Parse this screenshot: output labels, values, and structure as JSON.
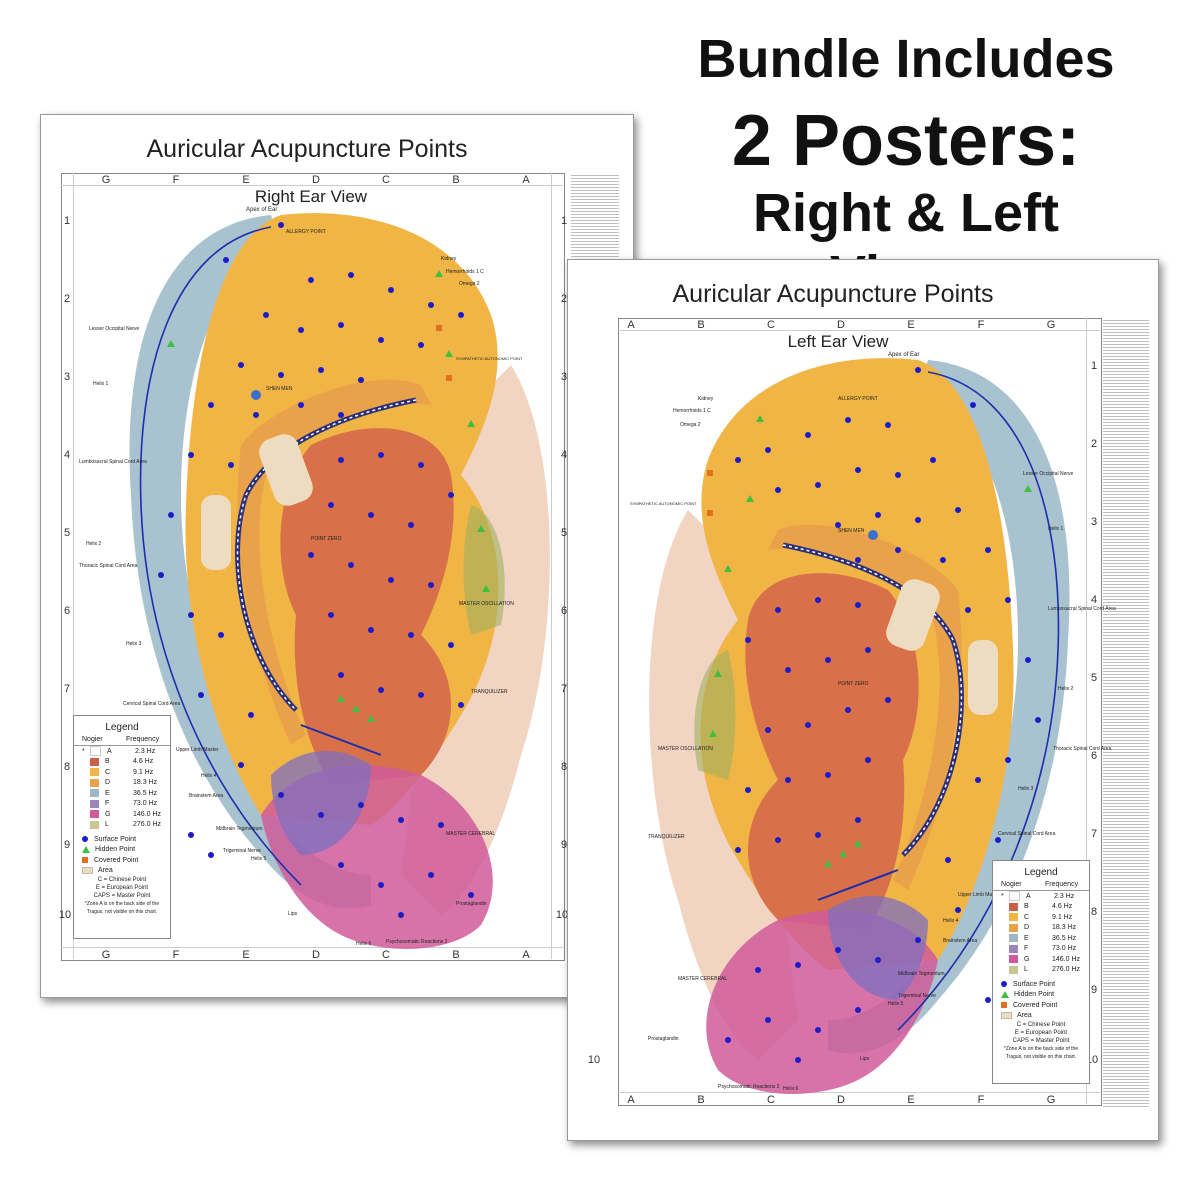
{
  "headline": {
    "line1": "Bundle Includes",
    "line2": "2 Posters:",
    "line3": "Right & Left Views"
  },
  "poster_left": {
    "title": "Auricular Acupuncture Points",
    "view": "Right Ear View",
    "columns": [
      "G",
      "F",
      "E",
      "D",
      "C",
      "B",
      "A"
    ],
    "rows": [
      "1",
      "2",
      "3",
      "4",
      "5",
      "6",
      "7",
      "8",
      "9",
      "10"
    ]
  },
  "poster_right": {
    "title": "Auricular Acupuncture Points",
    "view": "Left Ear View",
    "columns": [
      "A",
      "B",
      "C",
      "D",
      "E",
      "F",
      "G"
    ],
    "rows": [
      "1",
      "2",
      "3",
      "4",
      "5",
      "6",
      "7",
      "8",
      "9",
      "10"
    ]
  },
  "legend": {
    "title": "Legend",
    "col_nogier": "Nogier",
    "col_frequency": "Frequency",
    "rows": [
      {
        "mark": "*",
        "zone": "A",
        "freq": "2.3 Hz",
        "color": "#ffffff"
      },
      {
        "mark": "",
        "zone": "B",
        "freq": "4.6 Hz",
        "color": "#c8604a"
      },
      {
        "mark": "",
        "zone": "C",
        "freq": "9.1 Hz",
        "color": "#f0b545"
      },
      {
        "mark": "",
        "zone": "D",
        "freq": "18.3 Hz",
        "color": "#e9a24a"
      },
      {
        "mark": "",
        "zone": "E",
        "freq": "36.5 Hz",
        "color": "#9fb6c4"
      },
      {
        "mark": "",
        "zone": "F",
        "freq": "73.0 Hz",
        "color": "#9a86b8"
      },
      {
        "mark": "",
        "zone": "G",
        "freq": "146.0 Hz",
        "color": "#d05a9a"
      },
      {
        "mark": "",
        "zone": "L",
        "freq": "276.0 Hz",
        "color": "#c9c690"
      }
    ],
    "surface": "Surface Point",
    "hidden": "Hidden Point",
    "covered": "Covered Point",
    "area": "Area",
    "chinese": "C = Chinese Point",
    "european": "E = European Point",
    "caps": "CAPS = Master Point",
    "note": "*Zone A is on the back side of the Tragus, not visible on this chart."
  },
  "ear_labels_right": {
    "apex": "Apex of Ear",
    "allergy": "ALLERGY POINT",
    "shen_men": "SHEN MEN",
    "master_cerebral": "MASTER CEREBRAL",
    "master_oscillation": "MASTER OSCILLATION",
    "tranquilizer": "TRANQUILIZER",
    "point_zero": "POINT ZERO",
    "lesser_occipital": "Lesser Occipital Nerve",
    "helix1": "Helix 1",
    "helix2": "Helix 2",
    "helix3": "Helix 3",
    "helix4": "Helix 4",
    "helix5": "Helix 5",
    "helix6": "Helix 6",
    "psychosomatic": "Psychosomatic Reactions 2",
    "lips": "Lips",
    "sympathetic": "SYMPATHETIC AUTONOMIC POINT",
    "kidney": "Kidney",
    "hemorrhoids": "Hemorrhoids 1 C",
    "omega2": "Omega 2",
    "trigeminal": "Trigeminal Nerve",
    "median_tegmentum": "Midbrain Tegmentum",
    "upper_limb": "Upper Limb Master",
    "brainstem": "Brainstem Area",
    "cervical_spinal": "Cervical Spinal Cord Area",
    "thoracic_spinal": "Thoracic Spinal Cord Area",
    "lumbosacral": "Lumbosacral Spinal Cord Area",
    "prostaglandin": "Prostaglandin"
  },
  "ear_labels_left": {
    "apex": "Apex of Ear",
    "allergy": "ALLERGY POINT",
    "shen_men": "SHEN MEN",
    "master_cerebral": "MASTER CEREBRAL",
    "master_oscillation": "MASTER OSCILLATION",
    "tranquilizer": "TRANQUILIZER",
    "point_zero": "POINT ZERO",
    "lesser_occipital": "Lesser Occipital Nerve",
    "helix1": "Helix 1",
    "helix2": "Helix 2",
    "helix3": "Helix 3",
    "helix4": "Helix 4",
    "helix5": "Helix 5",
    "helix6": "Helix 6",
    "psychosomatic": "Psychosomatic Reactions 2",
    "lips": "Lips",
    "sympathetic": "SYMPATHETIC AUTONOMIC POINT",
    "kidney": "Kidney",
    "hemorrhoids": "Hemorrhoids 1 C",
    "omega2": "Omega 2",
    "trigeminal": "Trigeminal Nerve",
    "median_tegmentum": "Midbrain Tegmentum",
    "upper_limb": "Upper Limb Master",
    "brainstem": "Brainstem Area",
    "cervical_spinal": "Cervical Spinal Cord Area",
    "thoracic_spinal": "Thoracic Spinal Cord Area",
    "lumbosacral": "Lumbosacral Spinal Cord Area",
    "prostaglandin": "Prostaglandin"
  }
}
